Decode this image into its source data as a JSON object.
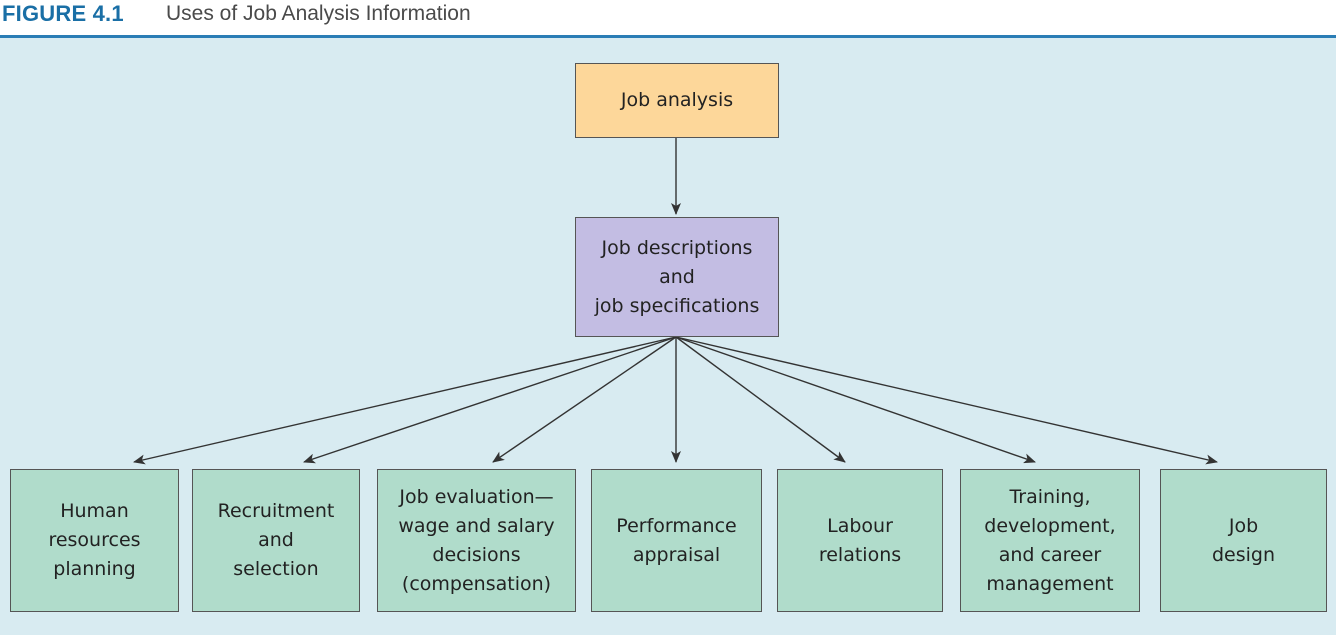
{
  "figure": {
    "label": "FIGURE 4.1",
    "title": "Uses of Job Analysis Information"
  },
  "diagram": {
    "root": "Job analysis",
    "middle": "Job descriptions\nand\njob specifications",
    "uses": [
      "Human\nresources\nplanning",
      "Recruitment\nand\nselection",
      "Job evaluation—\nwage and salary\ndecisions\n(compensation)",
      "Performance\nappraisal",
      "Labour\nrelations",
      "Training,\ndevelopment,\nand career\nmanagement",
      "Job\ndesign"
    ]
  },
  "colors": {
    "accent": "#1a6fa6",
    "panel": "#d8ebf1",
    "root_fill": "#fdd79a",
    "middle_fill": "#c3bde3",
    "use_fill": "#b0dccb"
  }
}
